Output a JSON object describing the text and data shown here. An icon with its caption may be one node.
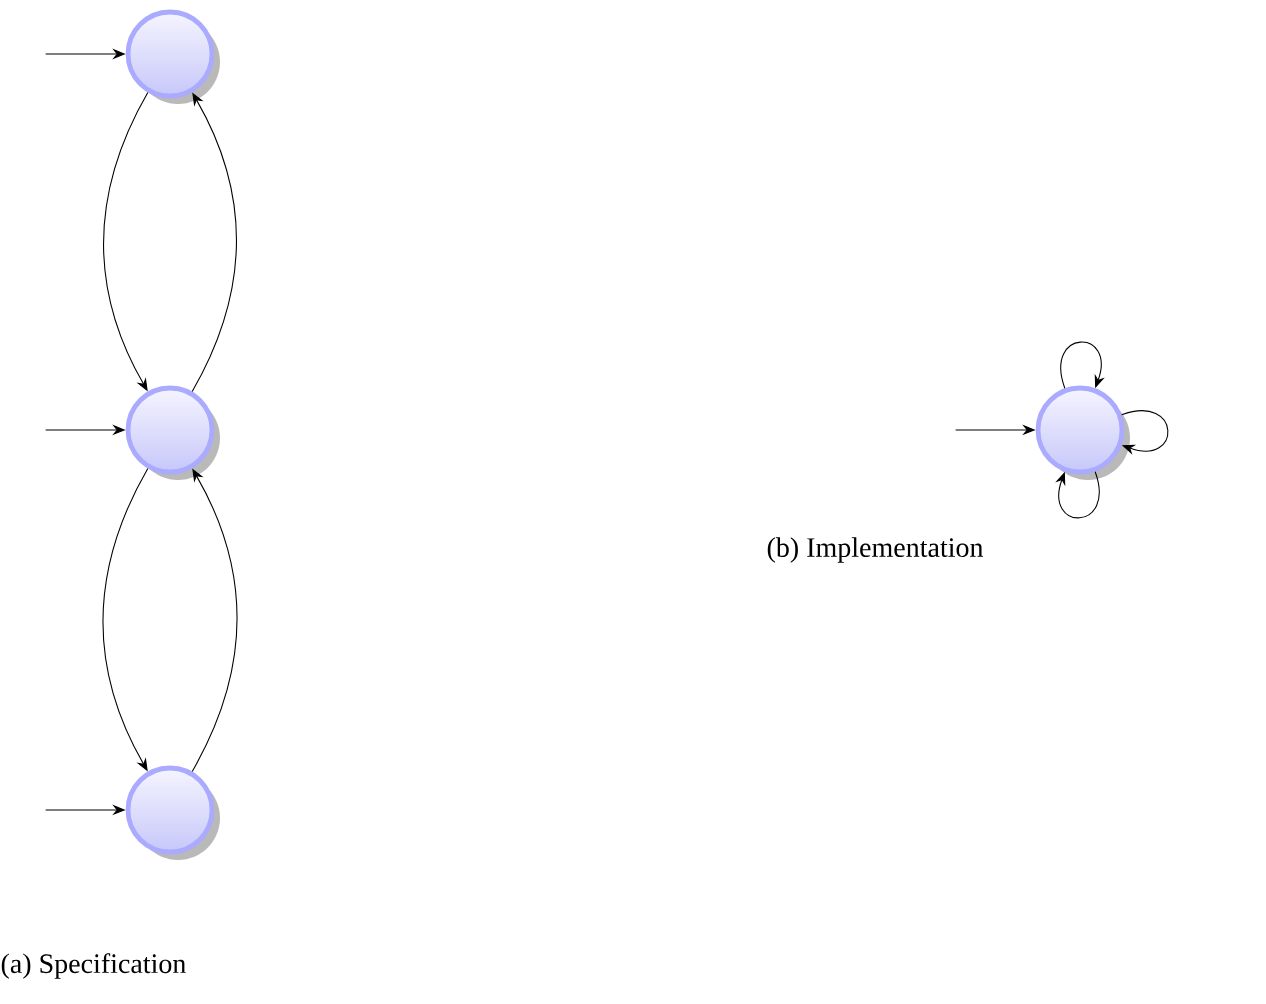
{
  "diagram": {
    "nodes": [
      {
        "text": [],
        "shape": "circle"
      },
      {
        "text": [],
        "shape": "circle"
      },
      {
        "text": [],
        "shape": "circle"
      },
      {
        "text": [],
        "shape": "circle"
      }
    ],
    "edges": [
      {
        "from": null,
        "to": 0,
        "arrow": "to"
      },
      {
        "from": null,
        "to": 1,
        "arrow": "to"
      },
      {
        "from": null,
        "to": 2,
        "arrow": "to"
      },
      {
        "from": null,
        "to": 3,
        "arrow": "to"
      },
      {
        "from": 0,
        "to": 1,
        "arrow": "to"
      },
      {
        "from": 1,
        "to": 0,
        "arrow": "to"
      },
      {
        "from": 1,
        "to": 2,
        "arrow": "to"
      },
      {
        "from": 2,
        "to": 1,
        "arrow": "to"
      },
      {
        "from": 3,
        "to": 3,
        "arrow": "to"
      },
      {
        "from": 3,
        "to": 3,
        "arrow": "to"
      },
      {
        "from": 3,
        "to": 3,
        "arrow": "to"
      }
    ],
    "labels": [
      "(b) Implementation",
      "(a) Specification"
    ]
  }
}
